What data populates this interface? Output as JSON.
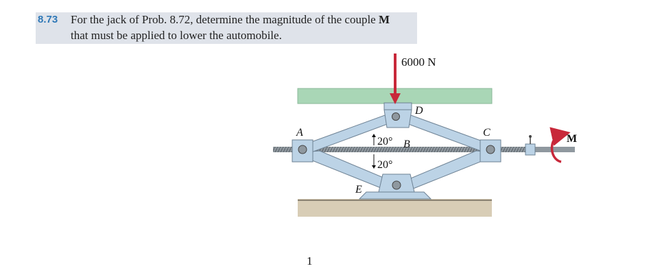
{
  "problem": {
    "number": "8.73",
    "line1_text": "For the jack of Prob. 8.72, determine the magnitude of the couple ",
    "line1_bold": "M",
    "line2_text": "that must be applied to lower the automobile."
  },
  "figure": {
    "load_label": "6000 N",
    "point_labels": {
      "A": "A",
      "B": "B",
      "C": "C",
      "D": "D",
      "E": "E"
    },
    "angle_upper": "20°",
    "angle_lower": "20°",
    "couple_label": "M",
    "colors": {
      "plate": "#a9d6b6",
      "ground": "#d8cdb6",
      "steel": "#bcd3e6",
      "arrow": "#c8283a"
    }
  },
  "page_number": "1"
}
